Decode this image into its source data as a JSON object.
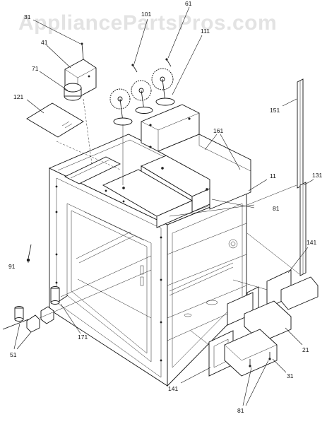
{
  "watermark": "AppliancePartsPros.com",
  "callouts": {
    "c11": "11",
    "c21": "21",
    "c31": "31",
    "c31b": "31",
    "c41": "41",
    "c51": "51",
    "c61": "61",
    "c71": "71",
    "c81a": "81",
    "c81b": "81",
    "c91": "91",
    "c101": "101",
    "c111": "111",
    "c121": "121",
    "c131": "131",
    "c141a": "141",
    "c141b": "141",
    "c151": "151",
    "c161": "161",
    "c171": "171"
  }
}
